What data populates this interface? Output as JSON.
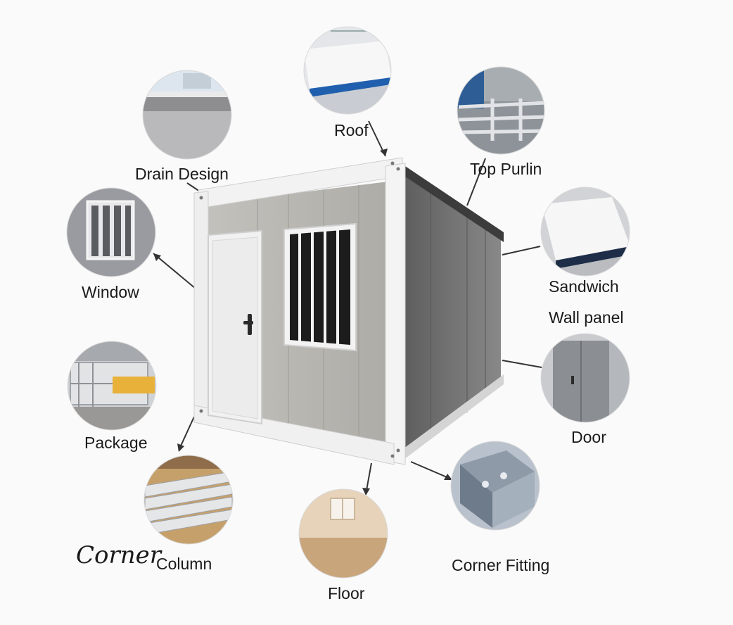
{
  "labels": {
    "roof": "Roof",
    "drain_design": "Drain Design",
    "top_purlin": "Top Purlin",
    "window": "Window",
    "sandwich_line1": "Sandwich",
    "sandwich_line2": "Wall panel",
    "package": "Package",
    "door": "Door",
    "corner_script": "Corner",
    "column": "Column",
    "floor": "Floor",
    "corner_fitting": "Corner Fitting"
  },
  "colors": {
    "background": "#fafafa",
    "panel_grey": "#b9b7b2",
    "frame_white": "#f1f1f1",
    "side_dark": "#6e6e6e",
    "roof_blue": "#1f5fae",
    "wood": "#c9a46a",
    "floor_tan": "#d8b894",
    "connector": "#333333"
  }
}
